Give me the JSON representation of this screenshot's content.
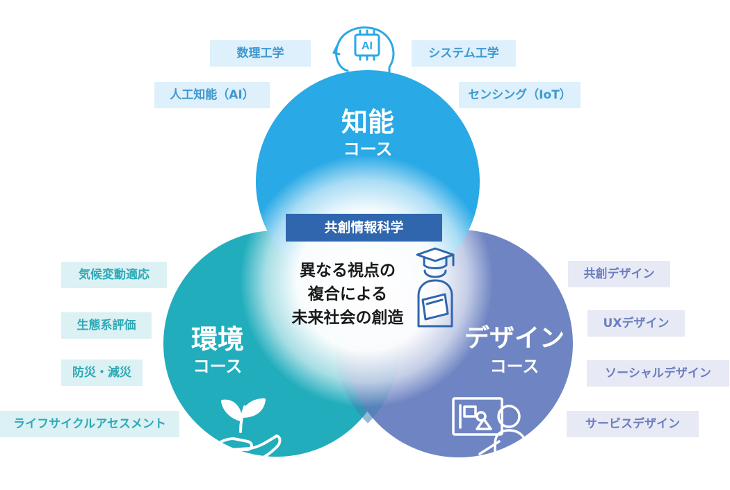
{
  "center": {
    "label": "共創情報科学",
    "lines": [
      "異なる視点の",
      "複合による",
      "未来社会の創造"
    ]
  },
  "courses": {
    "intelligence": {
      "title": "知能",
      "subtitle": "コース",
      "color": "#29a9e6",
      "icon_text": "AI",
      "tags": [
        "数理工学",
        "システム工学",
        "人工知能（AI）",
        "センシング（IoT）"
      ]
    },
    "environment": {
      "title": "環境",
      "subtitle": "コース",
      "color": "#22adbd",
      "tags": [
        "気候変動適応",
        "生態系評価",
        "防災・減災",
        "ライフサイクルアセスメント"
      ]
    },
    "design": {
      "title": "デザイン",
      "subtitle": "コース",
      "color": "#6f85c3",
      "tags": [
        "共創デザイン",
        "UXデザイン",
        "ソーシャルデザイン",
        "サービスデザイン"
      ]
    }
  },
  "colors": {
    "tag_text_blue": "#3f98cf",
    "tag_bg_blue": "#ddf0fb",
    "tag_text_teal": "#2ea9b5",
    "tag_bg_teal": "#dcf1f4",
    "tag_text_indigo": "#6b7fbd",
    "tag_bg_indigo": "#e7e9f5",
    "center_label_bg": "#2f66ad"
  }
}
